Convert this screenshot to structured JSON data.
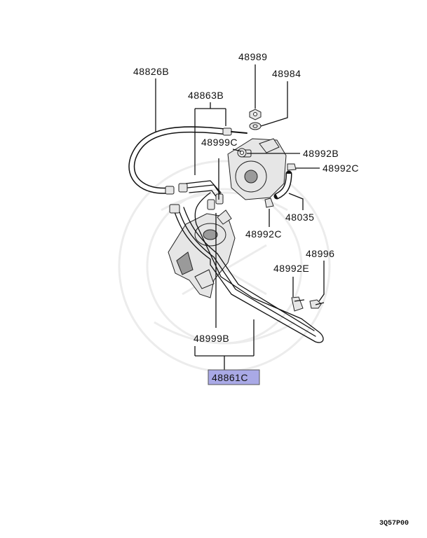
{
  "diagram": {
    "labels": {
      "p48826b": "48826B",
      "p48863b": "48863B",
      "p48989": "48989",
      "p48984": "48984",
      "p48999c": "48999C",
      "p48992b": "48992B",
      "p48992c_a": "48992C",
      "p48035": "48035",
      "p48992c_b": "48992C",
      "p48996": "48996",
      "p48992e": "48992E",
      "p48999b": "48999B",
      "p48861c": "48861C"
    },
    "highlight_color": "#a9a9e6",
    "figure_code": "3Q57P00"
  }
}
